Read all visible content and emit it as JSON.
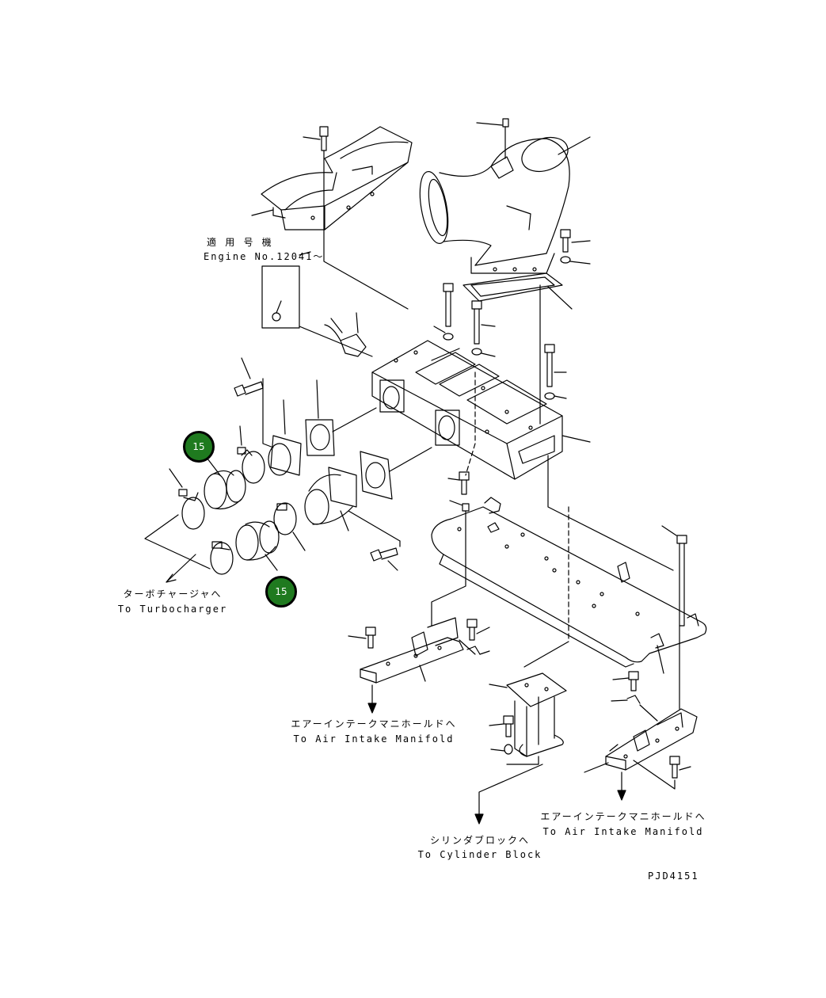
{
  "labels": {
    "applicable_jp": "適 用 号 機",
    "applicable_engine": "Engine No.12041～",
    "turbo_jp": "ターボチャージャへ",
    "turbo_en": "To Turbocharger",
    "intake_left_jp": "エアーインテークマニホールドへ",
    "intake_left_en": "To Air Intake Manifold",
    "cylinder_jp": "シリンダブロックへ",
    "cylinder_en": "To Cylinder Block",
    "intake_right_jp": "エアーインテークマニホールドへ",
    "intake_right_en": "To Air Intake Manifold",
    "drawing_code": "PJD4151"
  },
  "badges": [
    {
      "number": "15"
    },
    {
      "number": "15"
    }
  ],
  "colors": {
    "badge_fill": "#1f7a1f",
    "line": "#000000"
  }
}
